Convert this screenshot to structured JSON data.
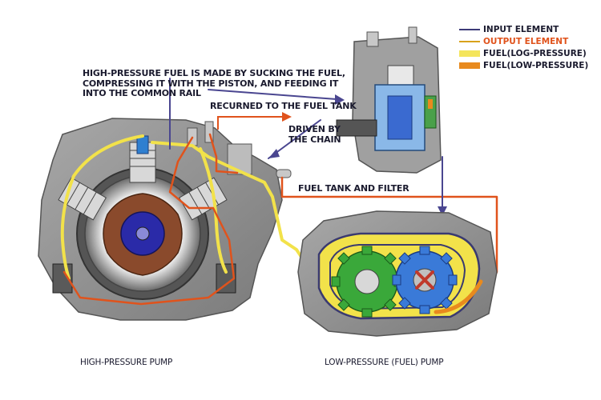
{
  "labels": {
    "main_description": "HIGH-PRESSURE FUEL IS MADE BY SUCKING THE FUEL, COMPRESSING IT WITH THE PISTON, AND FEEDING IT INTO THE COMMON RAIL",
    "returned": "RECURNED TO THE FUEL TANK",
    "driven": "DRIVEN BY THE CHAIN",
    "fuel_tank": "FUEL TANK AND FILTER",
    "high_pressure_pump": "HIGH-PRESSURE PUMP",
    "low_pressure_pump": "LOW-PRESSURE (FUEL) PUMP"
  },
  "legend": [
    {
      "label": "INPUT ELEMENT",
      "color": "#3c3a78",
      "text_color": "#1a1a2e"
    },
    {
      "label": "OUTPUT ELEMENT",
      "color": "#d9a21b",
      "text_color": "#e0531c"
    },
    {
      "label": "FUEL(LOG-PRESSURE)",
      "color": "#f4e55c",
      "text_color": "#1a1a2e"
    },
    {
      "label": "FUEL(LOW-PRESSURE)",
      "color": "#e88a1e",
      "text_color": "#1a1a2e"
    }
  ],
  "colors": {
    "housing": "#8c8c8c",
    "housing_light": "#b5b5b5",
    "input_line": "#4a4690",
    "output_line": "#e0531c",
    "fuel_yellow": "#f2e24a",
    "fuel_orange": "#e88a1e",
    "rotor": "#8a4a2c",
    "cam_blue": "#2a2aa8",
    "gear_green": "#3aa83a",
    "gear_blue": "#3a7ad8"
  }
}
